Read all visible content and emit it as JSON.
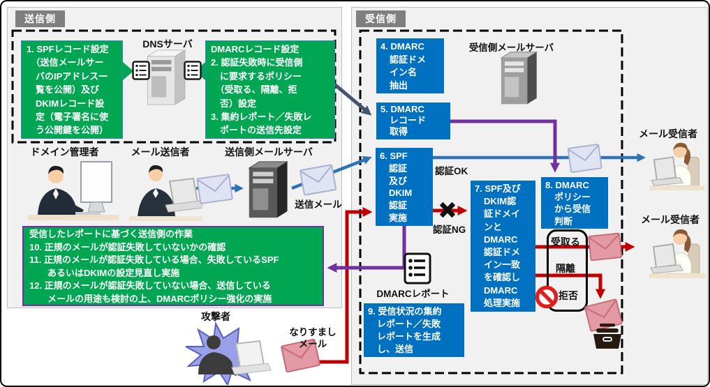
{
  "sender": {
    "tab": "送信側",
    "dns_server": "DNSサーバ",
    "step1": "1. SPFレコード設定\n　（送信メールサー\n　バのIPアドレス一\n　覧を公開）及び\n　DKIMレコード設\n　定（電子署名に使\n　う公開鍵を公開）",
    "steps2_3": "DMARCレコード設定\n2. 認証失敗時に受信側\n　に要求するポリシー\n　（受取る、隔離、拒\n　否）設定\n3. 集約レポート／失敗レ\n　ポートの送信先設定",
    "domain_admin": "ドメイン管理者",
    "mail_sender": "メール送信者",
    "mail_server": "送信側メールサーバ",
    "outgoing_mail": "送信メール",
    "report_tasks": "受信したレポートに基づく送信側の作業\n10. 正規のメールが認証失敗していないかの確認\n11. 正規のメールが認証失敗している場合、失敗しているSPF\n　　あるいはDKIMの設定見直し実施\n12. 正規のメールが認証失敗していない場合、送信している\n　　メールの用途も検討の上、DMARCポリシー強化の実施"
  },
  "receiver": {
    "tab": "受信側",
    "mail_server": "受信側メールサーバ",
    "step4": "4. DMARC\n　認証ドメ\n　イン名\n　抽出",
    "step5": "5. DMARC\n　レコード\n　取得",
    "step6": "6. SPF\n　認証\n　及び\n　DKIM\n　認証\n　実施",
    "step7": "7. SPF及び\n　DKIM認\n　証ドメイ\n　ンと\n　DMARC\n　認証ドメ\n　イン一致\n　を確認し\n　DMARC\n　処理実施",
    "step8": "8. DMARC\n　ポリシー\n　から受信\n　判断",
    "step9": "9. 受信状況の集約\n　レポート／失敗\n　レポートを生成\n　し、送信",
    "auth_ok": "認証OK",
    "auth_ng": "認証NG",
    "dmarc_report": "DMARCレポート",
    "policy_accept": "受取る",
    "policy_quarantine": "隔離",
    "policy_reject": "拒否",
    "mail_receiver1": "メール受信者",
    "mail_receiver2": "メール受信者"
  },
  "attacker": {
    "label": "攻撃者",
    "spoofed_mail": "なりすまし\nメール"
  },
  "colors": {
    "step_box_blue": "#0070C0",
    "setup_box_green": "#00A651",
    "mail_flow_blue": "#2E74B5",
    "spoof_flow_red": "#C00000",
    "report_flow_purple": "#7030A0",
    "dns_fetch_navy": "#44546A",
    "panel_bg": "#F1F1F2",
    "tab_bg": "#7F7F7F"
  }
}
